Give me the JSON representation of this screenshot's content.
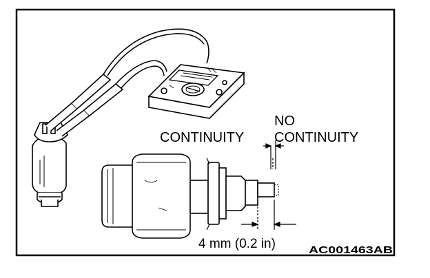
{
  "figure": {
    "label_no": "NO",
    "label_continuity": "CONTINUITY",
    "label_no_continuity": "CONTINUITY",
    "dimension": "4 mm (0.2 in)",
    "figure_code": "AC001463AB"
  },
  "colors": {
    "ink": "#000000",
    "paper": "#ffffff"
  }
}
